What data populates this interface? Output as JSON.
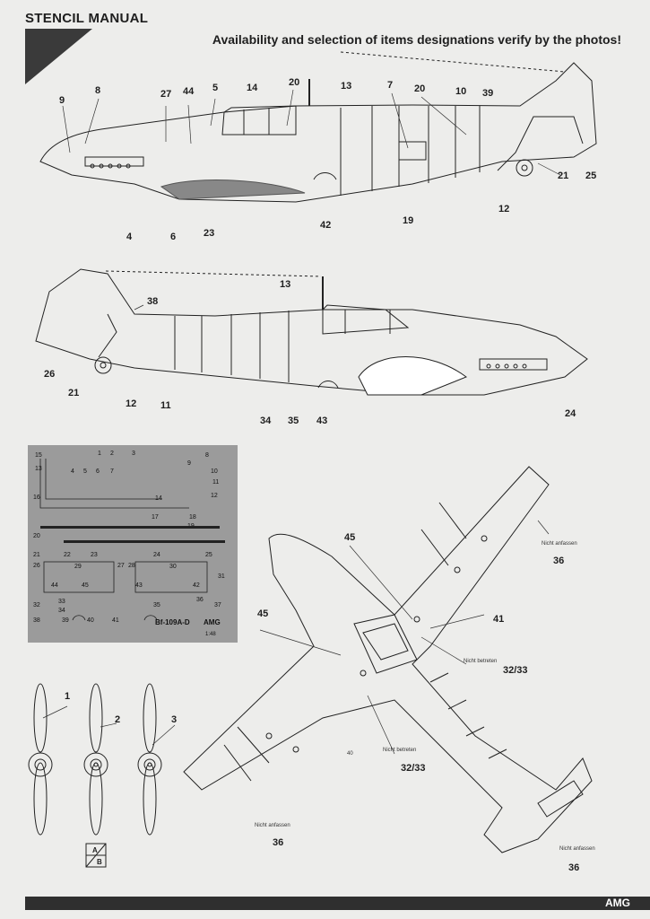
{
  "header": {
    "title": "STENCIL MANUAL",
    "notice": "Availability and selection of items designations verify by the photos!"
  },
  "footer": {
    "brand": "AMG"
  },
  "callouts": {
    "side_left": [
      "9",
      "8",
      "27",
      "44",
      "5",
      "14",
      "20",
      "13",
      "7",
      "20",
      "10",
      "39",
      "4",
      "6",
      "23",
      "42",
      "19",
      "21",
      "25",
      "12"
    ],
    "side_right": [
      "38",
      "13",
      "26",
      "21",
      "12",
      "11",
      "34",
      "35",
      "43",
      "24"
    ],
    "top_view": [
      "45",
      "45",
      "41",
      "36",
      "36",
      "36",
      "32/33",
      "32/33"
    ],
    "props": [
      "1",
      "2",
      "3"
    ]
  },
  "top_view_labels": {
    "nicht_anfassen": "Nicht anfassen",
    "nicht_betreten": "Nicht betreten",
    "stencil_small": "40"
  },
  "decal_sheet": {
    "numbers": [
      "15",
      "1",
      "2",
      "3",
      "4",
      "5",
      "6",
      "7",
      "8",
      "9",
      "10",
      "11",
      "12",
      "13",
      "14",
      "16",
      "17",
      "18",
      "19",
      "20",
      "21",
      "22",
      "23",
      "24",
      "25",
      "26",
      "27",
      "28",
      "29",
      "30",
      "31",
      "32",
      "33",
      "34",
      "35",
      "36",
      "37",
      "38",
      "39",
      "40",
      "41",
      "42",
      "43",
      "44",
      "45"
    ],
    "model": "Bf-109A-D",
    "brand": "AMG",
    "scale": "1:48"
  },
  "label_box": {
    "a": "A",
    "b": "B"
  }
}
